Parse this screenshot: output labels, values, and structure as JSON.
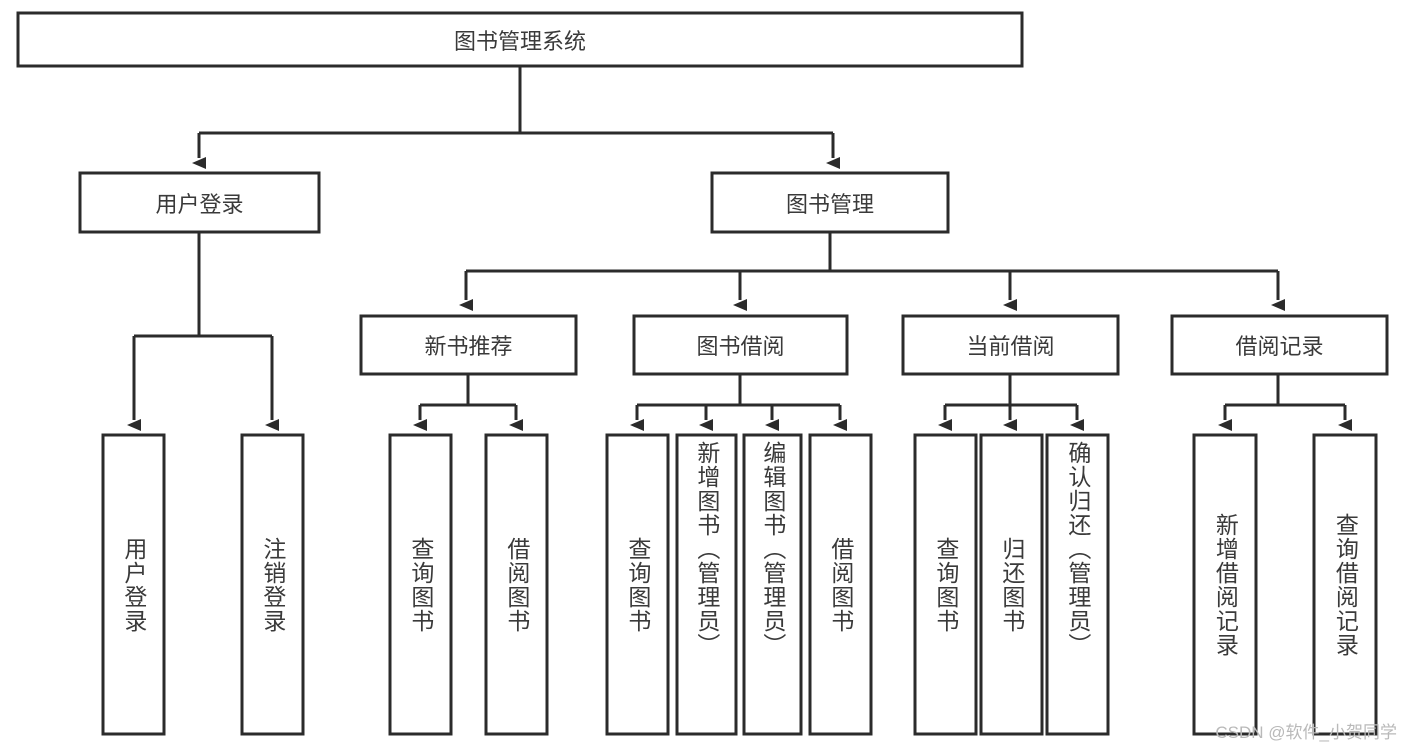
{
  "diagram": {
    "type": "tree-hierarchy-diagram",
    "title": "图书管理系统",
    "watermark": "CSDN @软件_小贺同学",
    "colors": {
      "stroke": "#2b2b2b",
      "box_fill": "#ffffff",
      "text": "#3a3a3a",
      "background": "#ffffff",
      "watermark": "#b9b9b9"
    },
    "root": {
      "label": "图书管理系统"
    },
    "level2": [
      {
        "label": "用户登录"
      },
      {
        "label": "图书管理"
      }
    ],
    "level3": [
      {
        "label": "新书推荐"
      },
      {
        "label": "图书借阅"
      },
      {
        "label": "当前借阅"
      },
      {
        "label": "借阅记录"
      }
    ],
    "leaves": {
      "user_login": [
        {
          "label": "用户登录"
        },
        {
          "label": "注销登录"
        }
      ],
      "new_book_recommend": [
        {
          "label": "查询图书"
        },
        {
          "label": "借阅图书"
        }
      ],
      "book_borrow": [
        {
          "label": "查询图书"
        },
        {
          "label": "新增图书（管理员）"
        },
        {
          "label": "编辑图书（管理员）"
        },
        {
          "label": "借阅图书"
        }
      ],
      "current_borrow": [
        {
          "label": "查询图书"
        },
        {
          "label": "归还图书"
        },
        {
          "label": "确认归还（管理员）"
        }
      ],
      "borrow_record": [
        {
          "label": "新增借阅记录"
        },
        {
          "label": "查询借阅记录"
        }
      ]
    }
  }
}
